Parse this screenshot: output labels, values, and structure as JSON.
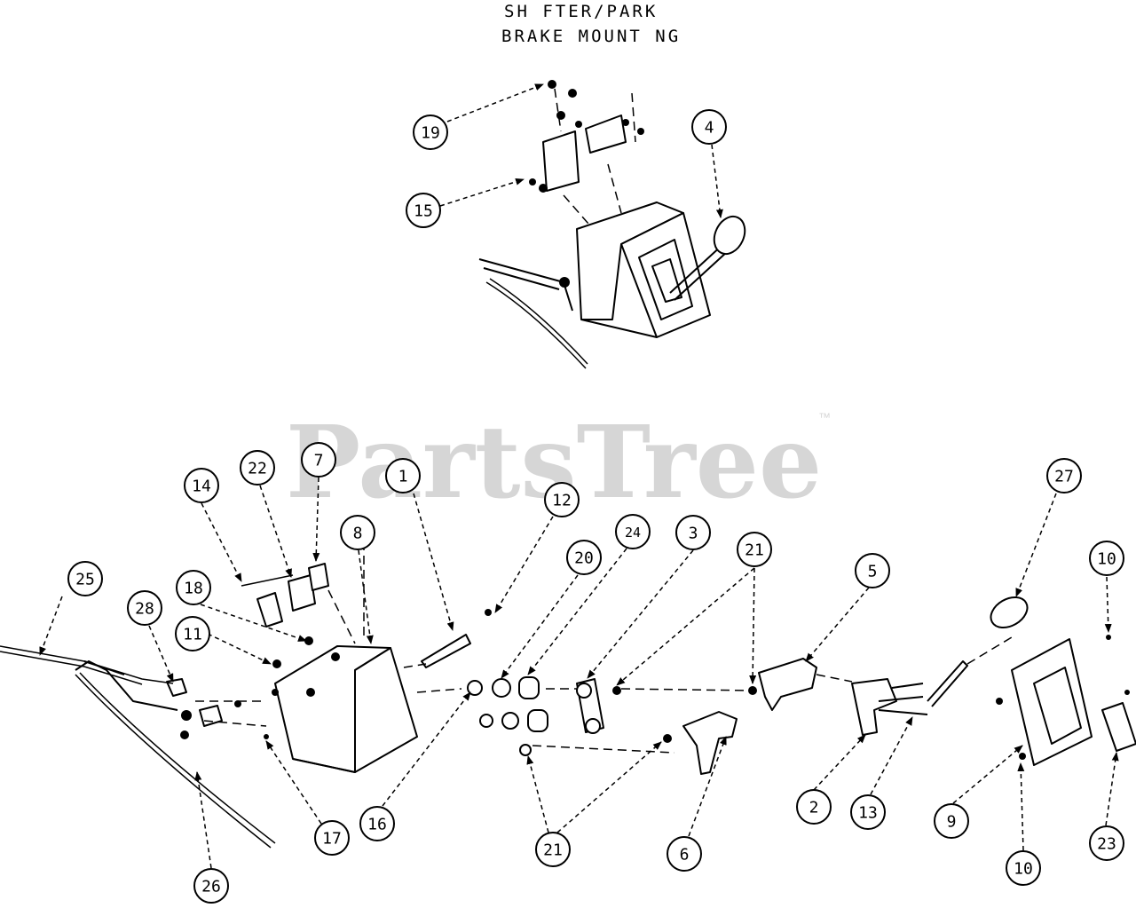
{
  "title": {
    "line1": "SH FTER/PARK",
    "line2": "BRAKE MOUNT NG"
  },
  "watermark": {
    "text": "PartsTree",
    "mark": "™"
  },
  "callouts": [
    "19",
    "15",
    "4",
    "22",
    "7",
    "14",
    "1",
    "12",
    "27",
    "8",
    "20",
    "24",
    "3",
    "21",
    "5",
    "10",
    "25",
    "28",
    "18",
    "11",
    "17",
    "16",
    "21",
    "6",
    "2",
    "13",
    "9",
    "10",
    "23",
    "26"
  ]
}
